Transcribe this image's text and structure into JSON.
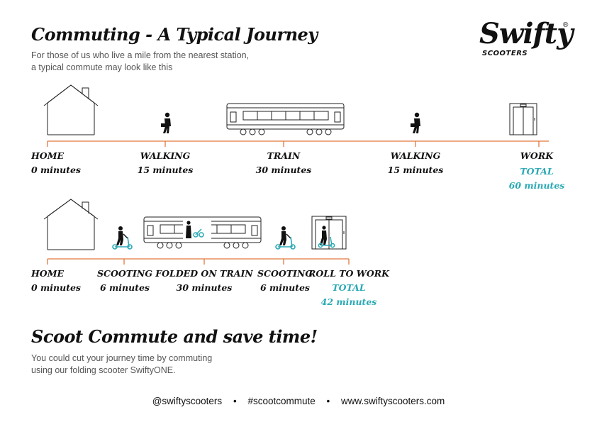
{
  "header": {
    "title": "Commuting - A Typical Journey",
    "subtitle_line1": "For those of us who live a mile from the nearest station,",
    "subtitle_line2": "a typical commute may look like this"
  },
  "logo": {
    "word": "Swifty",
    "registered": "®",
    "tagline": "SCOOTERS"
  },
  "timeline1": {
    "stages": [
      {
        "name": "HOME",
        "time": "0 minutes"
      },
      {
        "name": "WALKING",
        "time": "15 minutes"
      },
      {
        "name": "TRAIN",
        "time": "30 minutes"
      },
      {
        "name": "WALKING",
        "time": "15 minutes"
      },
      {
        "name": "WORK",
        "total_label": "TOTAL",
        "total_time": "60 minutes"
      }
    ]
  },
  "timeline2": {
    "stages": [
      {
        "name": "HOME",
        "time": "0 minutes"
      },
      {
        "name": "SCOOTING",
        "time": "6 minutes"
      },
      {
        "name": "FOLDED ON TRAIN",
        "time": "30 minutes"
      },
      {
        "name": "SCOOTING",
        "time": "6 minutes"
      },
      {
        "name": "ROLL TO WORK",
        "total_label": "TOTAL",
        "total_time": "42 minutes"
      }
    ]
  },
  "cta": {
    "heading": "Scoot Commute and save time!",
    "body_line1": "You could cut your journey time by commuting",
    "body_line2": "using our folding scooter SwiftyONE."
  },
  "footer": {
    "twitter": "@swiftyscooters",
    "hashtag": "#scootcommute",
    "website": "www.swiftyscooters.com",
    "separator": "•"
  },
  "colors": {
    "timeline_line": "#e2773f",
    "accent_teal": "#2aa9b5",
    "ink": "#111111"
  },
  "icons": [
    "house-icon",
    "walking-person-icon",
    "train-icon",
    "office-door-icon",
    "scooter-rider-icon",
    "folded-scooter-icon"
  ]
}
